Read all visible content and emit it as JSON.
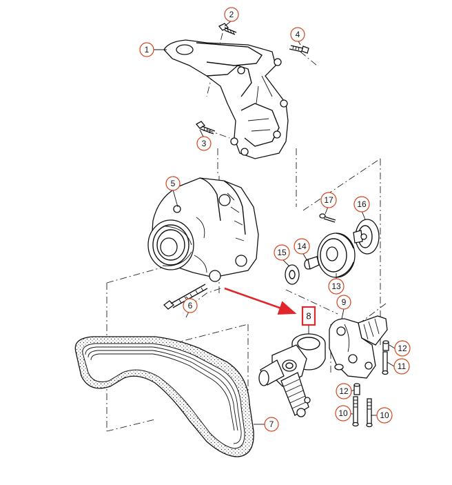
{
  "callouts": {
    "c1": "1",
    "c2": "2",
    "c3": "3",
    "c4": "4",
    "c5": "5",
    "c6": "6",
    "c7": "7",
    "c8": "8",
    "c9": "9",
    "c10a": "10",
    "c10b": "10",
    "c11": "11",
    "c12a": "12",
    "c12b": "12",
    "c13": "13",
    "c14": "14",
    "c15": "15",
    "c16": "16",
    "c17": "17"
  },
  "colors": {
    "callout_ring": "#d2461e",
    "highlight": "#e0262a"
  }
}
